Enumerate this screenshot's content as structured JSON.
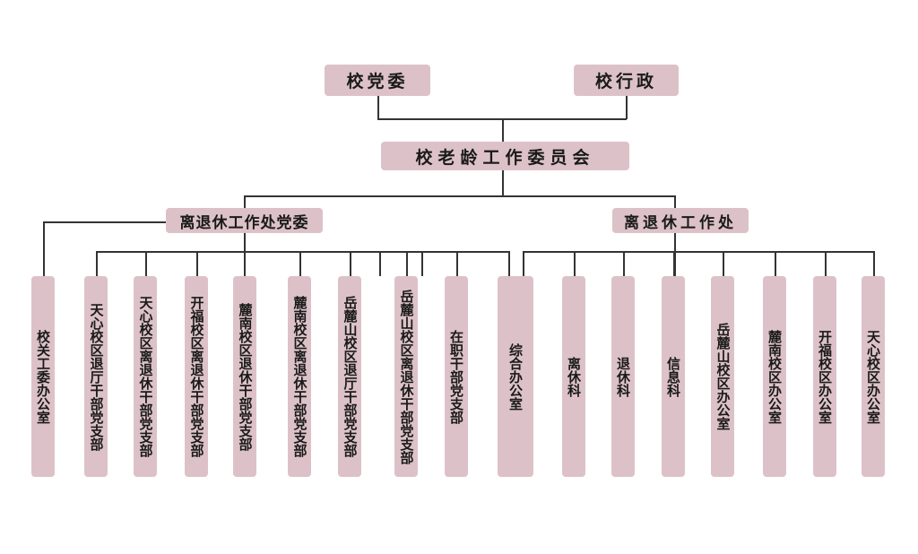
{
  "top": {
    "party_committee": "校党委",
    "administration": "校行政"
  },
  "center": {
    "committee": "校老龄工作委员会"
  },
  "branches": {
    "left": "离退休工作处党委",
    "right": "离退休工作处"
  },
  "left_units": [
    "校关工委办公室",
    "天心校区退厅干部党支部",
    "天心校区离退休干部党支部",
    "开福校区离退休干部党支部",
    "麓南校区退休干部党支部",
    "麓南校区离退休干部党支部",
    "岳麓山校区退厅干部党支部",
    "岳麓山校区离退休干部党支部",
    "在职干部党支部"
  ],
  "right_units": [
    "综合办公室",
    "离休科",
    "退休科",
    "信息科",
    "岳麓山校区办公室",
    "麓南校区办公室",
    "开福校区办公室",
    "天心校区办公室"
  ],
  "colors": {
    "box": "#dcc2c8",
    "line": "#333333"
  }
}
